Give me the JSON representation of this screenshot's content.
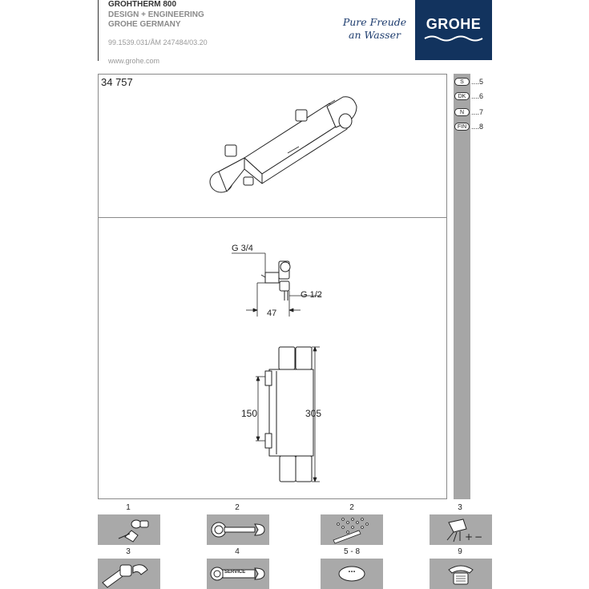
{
  "header": {
    "product": "GROHTHERM 800",
    "line2": "DESIGN + ENGINEERING",
    "line3": "GROHE GERMANY",
    "doc_code": "99.1539.031/ÅM 247484/03.20",
    "website": "www.grohe.com",
    "slogan_line1": "Pure Freude",
    "slogan_line2": "an Wasser",
    "logo": "GROHE",
    "logo_color": "#12335e"
  },
  "model_number": "34 757",
  "dimensions": {
    "inlet_thread": "G 3/4",
    "outlet_thread": "G 1/2",
    "depth": "47",
    "inlet_spacing": "150",
    "total_height": "305"
  },
  "languages": [
    {
      "code": "S",
      "page": "....5"
    },
    {
      "code": "DK",
      "page": "....6"
    },
    {
      "code": "N",
      "page": "....7"
    },
    {
      "code": "FIN",
      "page": "....8"
    }
  ],
  "tiles": [
    {
      "number": "1",
      "icon": "install-fitting-icon"
    },
    {
      "number": "2",
      "icon": "wrench-icon"
    },
    {
      "number": "2",
      "icon": "shower-spray-icon"
    },
    {
      "number": "3",
      "icon": "temperature-adjust-icon"
    },
    {
      "number": "3",
      "icon": "handle-assembly-icon"
    },
    {
      "number": "4",
      "icon": "service-wrench-icon",
      "label": "SERVICE"
    },
    {
      "number": "5 - 8",
      "icon": "more-icon",
      "label": "..."
    },
    {
      "number": "9",
      "icon": "telephone-icon"
    }
  ],
  "colors": {
    "tile_bg": "#a9a9a9",
    "side_bar": "#a6a6a6"
  }
}
